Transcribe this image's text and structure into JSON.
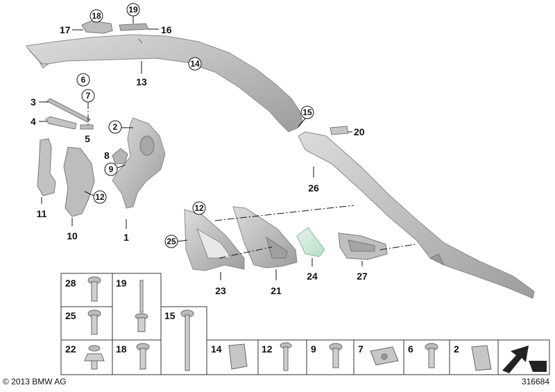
{
  "callouts": {
    "c1": "1",
    "c2": "2",
    "c3": "3",
    "c4": "4",
    "c5": "5",
    "c6": "6",
    "c7": "7",
    "c8": "8",
    "c9": "9",
    "c10": "10",
    "c11": "11",
    "c12a": "12",
    "c12b": "12",
    "c13": "13",
    "c14": "14",
    "c15": "15",
    "c16": "16",
    "c17": "17",
    "c18": "18",
    "c19": "19",
    "c20": "20",
    "c21": "21",
    "c23": "23",
    "c24": "24",
    "c25": "25",
    "c26": "26",
    "c27": "27"
  },
  "grid": {
    "g28": "28",
    "g25": "25",
    "g22": "22",
    "g19": "19",
    "g18": "18",
    "g15": "15",
    "g14": "14",
    "g12": "12",
    "g9": "9",
    "g7": "7",
    "g6": "6",
    "g2": "2"
  },
  "footer": {
    "copyright": "© 2013 BMW AG",
    "diagram_number": "316684"
  },
  "colors": {
    "part_fill": "#c9c9c9",
    "part_stroke": "#8a8a8a",
    "part_dark": "#9a9a9a",
    "glass_fill": "#cfe9d8"
  }
}
